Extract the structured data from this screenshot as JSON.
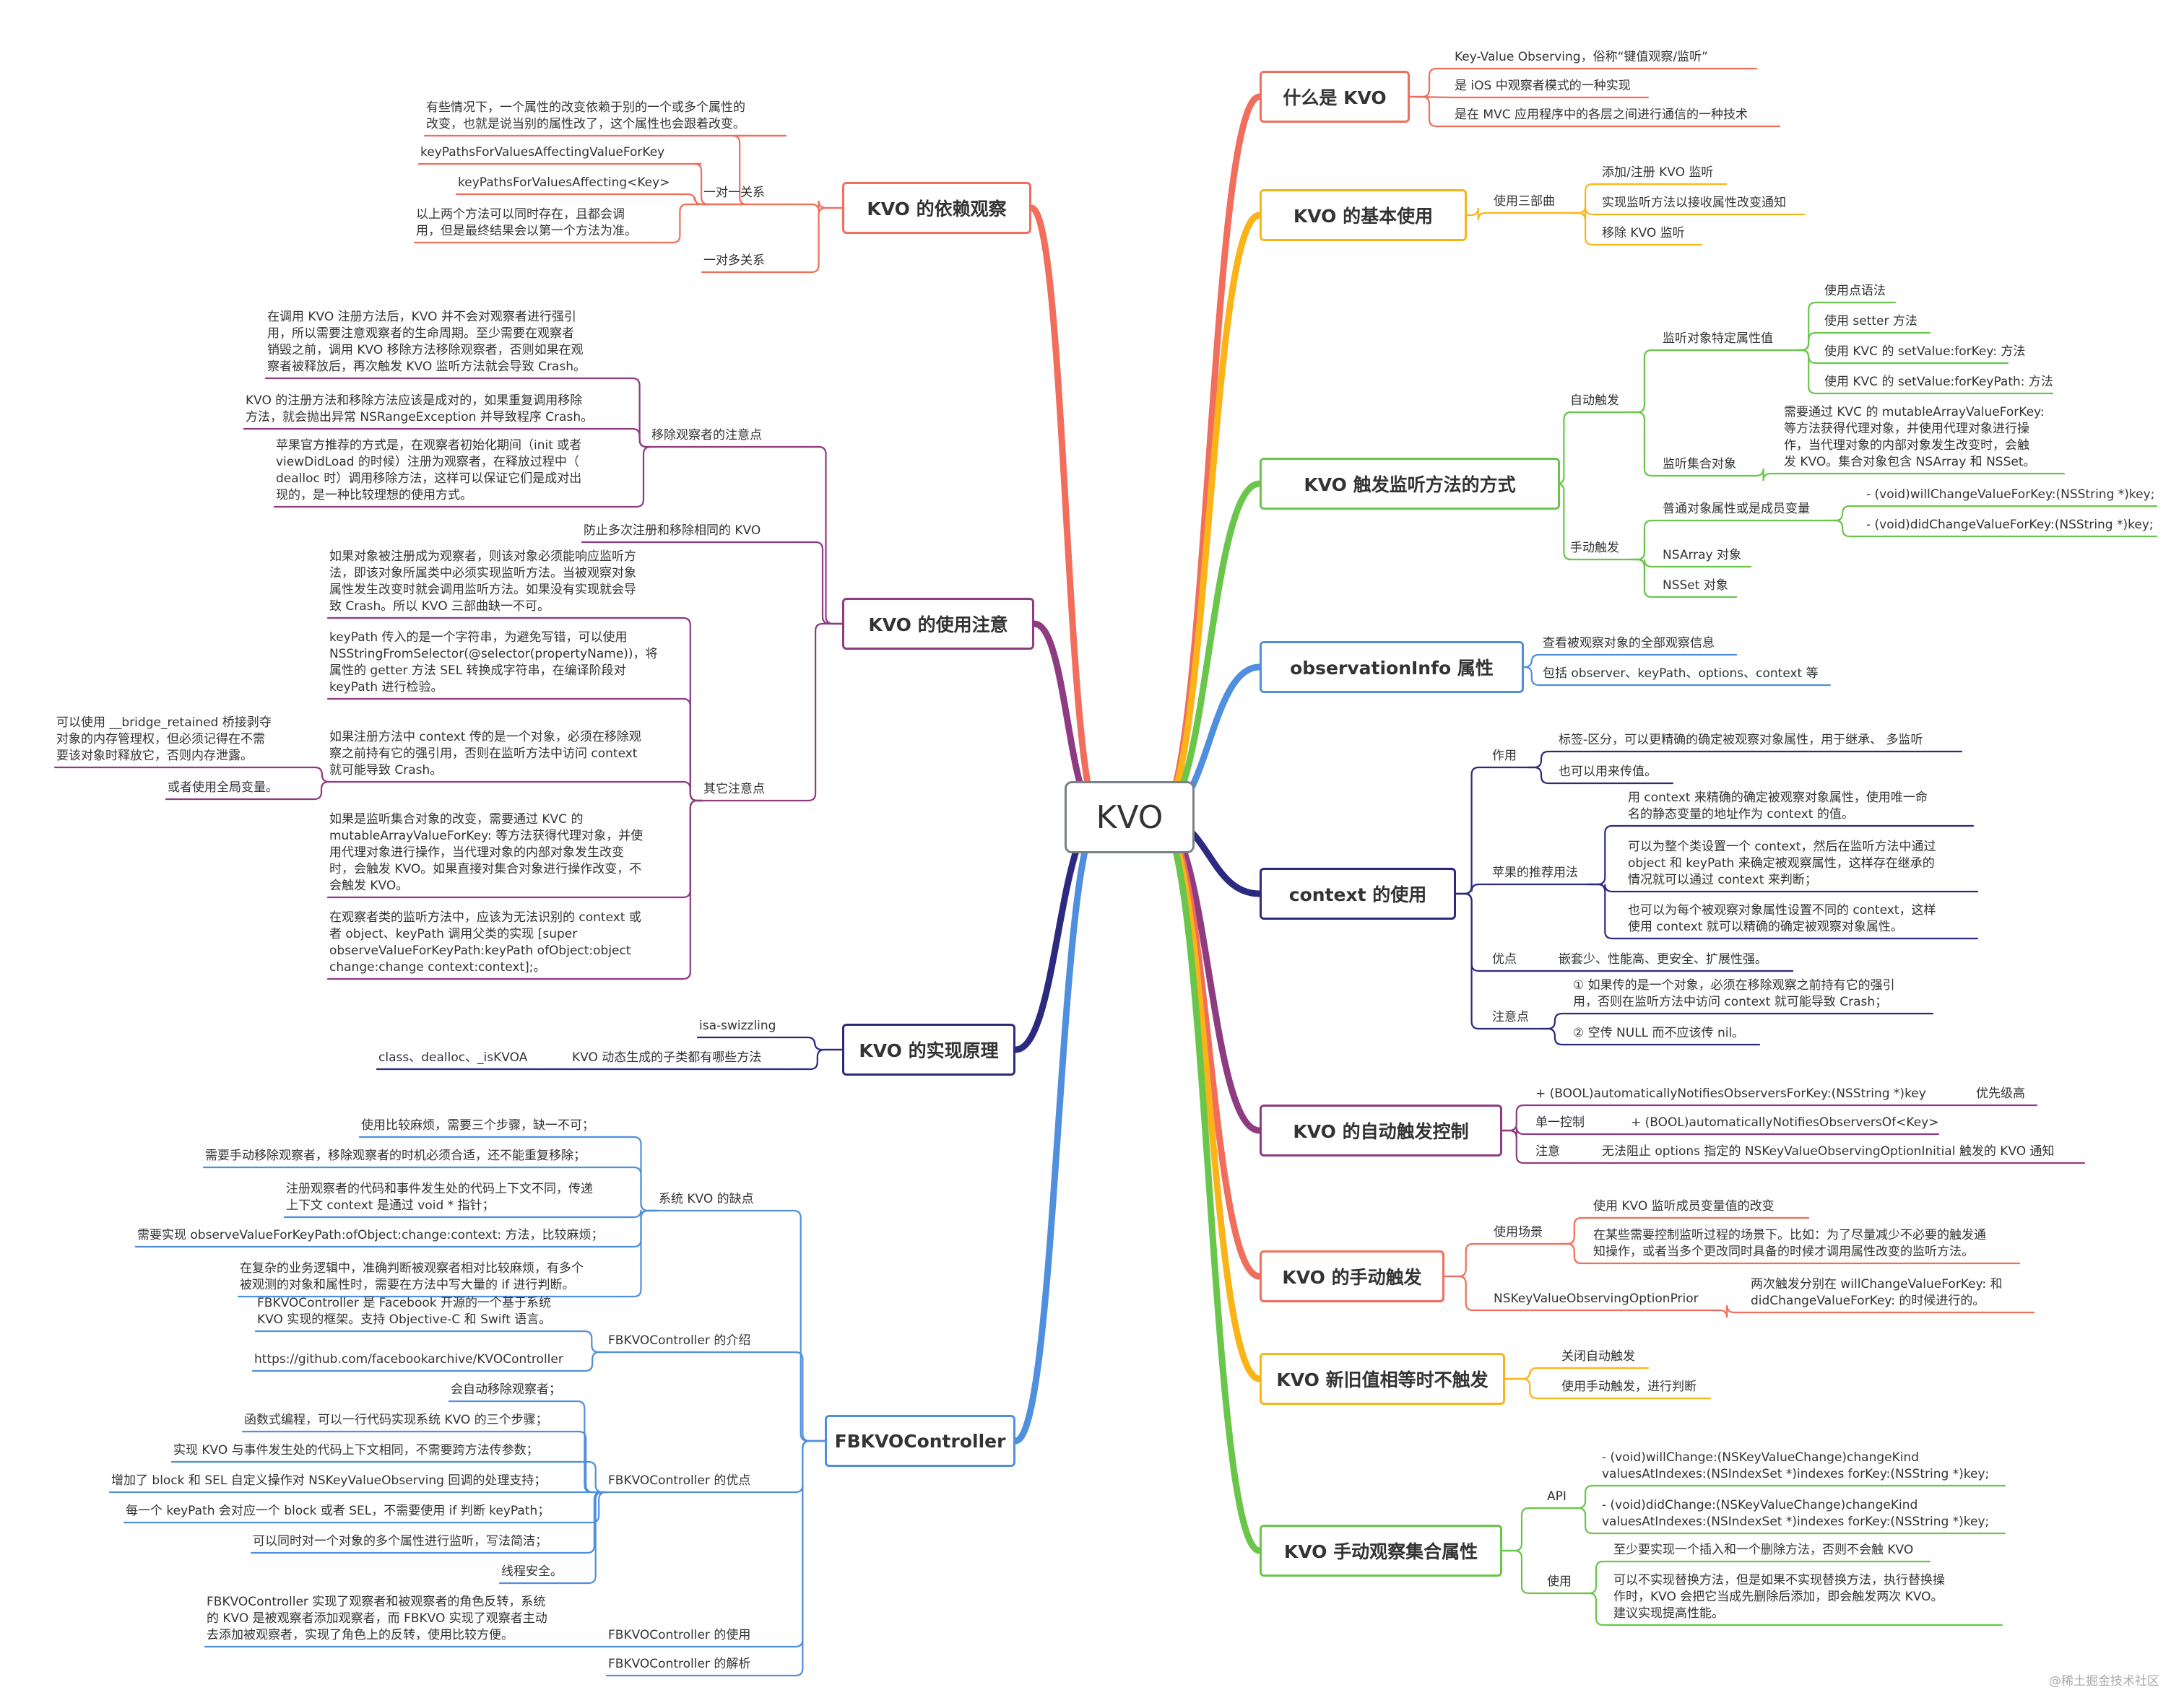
{
  "root": {
    "label": "KVO"
  },
  "watermark": "@稀土掘金技术社区",
  "colors": {
    "red": "#f16d5c",
    "orange": "#fbb418",
    "green": "#6ac64a",
    "blue": "#4f8fde",
    "indigo": "#2c2a7f",
    "purple": "#8e3b82"
  },
  "branches": [
    {
      "key": "b1",
      "side": "right",
      "label": "什么是 KVO",
      "color": "#f16d5c"
    },
    {
      "key": "b2",
      "side": "right",
      "label": "KVO 的基本使用",
      "color": "#fbb418"
    },
    {
      "key": "b3",
      "side": "right",
      "label": "KVO 触发监听方法的方式",
      "color": "#6ac64a"
    },
    {
      "key": "b4",
      "side": "right",
      "label": "observationInfo 属性",
      "color": "#4f8fde"
    },
    {
      "key": "b5",
      "side": "right",
      "label": "context 的使用",
      "color": "#2c2a7f"
    },
    {
      "key": "b6",
      "side": "right",
      "label": "KVO 的自动触发控制",
      "color": "#8e3b82"
    },
    {
      "key": "b7",
      "side": "right",
      "label": "KVO 的手动触发",
      "color": "#f16d5c"
    },
    {
      "key": "b8",
      "side": "right",
      "label": "KVO 新旧值相等时不触发",
      "color": "#fbb418"
    },
    {
      "key": "b9",
      "side": "right",
      "label": "KVO 手动观察集合属性",
      "color": "#6ac64a"
    },
    {
      "key": "b10",
      "side": "left",
      "label": "KVO 的依赖观察",
      "color": "#f16d5c"
    },
    {
      "key": "b11",
      "side": "left",
      "label": "KVO 的使用注意",
      "color": "#8e3b82"
    },
    {
      "key": "b12",
      "side": "left",
      "label": "KVO 的实现原理",
      "color": "#2c2a7f"
    },
    {
      "key": "b13",
      "side": "left",
      "label": "FBKVOController",
      "color": "#4f8fde"
    }
  ],
  "nodes": [
    {
      "key": "b1_1",
      "parent": "b1",
      "label": "Key-Value Observing，俗称“键值观察/监听”"
    },
    {
      "key": "b1_2",
      "parent": "b1",
      "label": "是 iOS 中观察者模式的一种实现"
    },
    {
      "key": "b1_3",
      "parent": "b1",
      "label": "是在 MVC 应用程序中的各层之间进行通信的一种技术"
    },
    {
      "key": "b2_1",
      "parent": "b2",
      "label": "使用三部曲"
    },
    {
      "key": "b2_1_1",
      "parent": "b2_1",
      "label": "添加/注册 KVO 监听"
    },
    {
      "key": "b2_1_2",
      "parent": "b2_1",
      "label": "实现监听方法以接收属性改变通知"
    },
    {
      "key": "b2_1_3",
      "parent": "b2_1",
      "label": "移除 KVO 监听"
    },
    {
      "key": "b3_1",
      "parent": "b3",
      "label": "自动触发"
    },
    {
      "key": "b3_1_1",
      "parent": "b3_1",
      "label": "监听对象特定属性值"
    },
    {
      "key": "b3_1_1_1",
      "parent": "b3_1_1",
      "label": "使用点语法"
    },
    {
      "key": "b3_1_1_2",
      "parent": "b3_1_1",
      "label": "使用 setter 方法"
    },
    {
      "key": "b3_1_1_3",
      "parent": "b3_1_1",
      "label": "使用 KVC 的 setValue:forKey: 方法"
    },
    {
      "key": "b3_1_1_4",
      "parent": "b3_1_1",
      "label": "使用 KVC 的 setValue:forKeyPath: 方法"
    },
    {
      "key": "b3_1_2",
      "parent": "b3_1",
      "label": "监听集合对象"
    },
    {
      "key": "b3_1_2_1",
      "parent": "b3_1_2",
      "label": "需要通过 KVC 的 mutableArrayValueForKey:\n等方法获得代理对象，并使用代理对象进行操\n作，当代理对象的内部对象发生改变时，会触\n发 KVO。集合对象包含 NSArray 和 NSSet。"
    },
    {
      "key": "b3_2",
      "parent": "b3",
      "label": "手动触发"
    },
    {
      "key": "b3_2_1",
      "parent": "b3_2",
      "label": "普通对象属性或是成员变量"
    },
    {
      "key": "b3_2_1_1",
      "parent": "b3_2_1",
      "label": "- (void)willChangeValueForKey:(NSString *)key;"
    },
    {
      "key": "b3_2_1_2",
      "parent": "b3_2_1",
      "label": "- (void)didChangeValueForKey:(NSString *)key;"
    },
    {
      "key": "b3_2_2",
      "parent": "b3_2",
      "label": "NSArray 对象"
    },
    {
      "key": "b3_2_3",
      "parent": "b3_2",
      "label": "NSSet 对象"
    },
    {
      "key": "b4_1",
      "parent": "b4",
      "label": "查看被观察对象的全部观察信息"
    },
    {
      "key": "b4_2",
      "parent": "b4",
      "label": "包括 observer、keyPath、options、context 等"
    },
    {
      "key": "b5_1",
      "parent": "b5",
      "label": "作用"
    },
    {
      "key": "b5_1_1",
      "parent": "b5_1",
      "label": "标签-区分，可以更精确的确定被观察对象属性，用于继承、 多监听"
    },
    {
      "key": "b5_1_2",
      "parent": "b5_1",
      "label": "也可以用来传值。"
    },
    {
      "key": "b5_2",
      "parent": "b5",
      "label": "苹果的推荐用法"
    },
    {
      "key": "b5_2_1",
      "parent": "b5_2",
      "label": "用 context 来精确的确定被观察对象属性，使用唯一命\n名的静态变量的地址作为 context 的值。"
    },
    {
      "key": "b5_2_2",
      "parent": "b5_2",
      "label": "可以为整个类设置一个 context，然后在监听方法中通过\nobject 和 keyPath 来确定被观察属性，这样存在继承的\n情况就可以通过 context 来判断；"
    },
    {
      "key": "b5_2_3",
      "parent": "b5_2",
      "label": "也可以为每个被观察对象属性设置不同的 context，这样\n使用 context 就可以精确的确定被观察对象属性。"
    },
    {
      "key": "b5_3",
      "parent": "b5",
      "label": "优点"
    },
    {
      "key": "b5_3_1",
      "parent": "b5_3",
      "label": "嵌套少、性能高、更安全、扩展性强。"
    },
    {
      "key": "b5_4",
      "parent": "b5",
      "label": "注意点"
    },
    {
      "key": "b5_4_1",
      "parent": "b5_4",
      "label": "① 如果传的是一个对象，必须在移除观察之前持有它的强引\n用，否则在监听方法中访问 context 就可能导致 Crash；"
    },
    {
      "key": "b5_4_2",
      "parent": "b5_4",
      "label": "② 空传 NULL 而不应该传 nil。"
    },
    {
      "key": "b6_1",
      "parent": "b6",
      "label": "+ (BOOL)automaticallyNotifiesObserversForKey:(NSString *)key"
    },
    {
      "key": "b6_1_1",
      "parent": "b6_1",
      "label": "优先级高"
    },
    {
      "key": "b6_2",
      "parent": "b6",
      "label": "单一控制"
    },
    {
      "key": "b6_2_1",
      "parent": "b6_2",
      "label": "+ (BOOL)automaticallyNotifiesObserversOf<Key>"
    },
    {
      "key": "b6_3",
      "parent": "b6",
      "label": "注意"
    },
    {
      "key": "b6_3_1",
      "parent": "b6_3",
      "label": "无法阻止 options 指定的 NSKeyValueObservingOptionInitial 触发的 KVO 通知"
    },
    {
      "key": "b7_1",
      "parent": "b7",
      "label": "使用场景"
    },
    {
      "key": "b7_1_1",
      "parent": "b7_1",
      "label": "使用 KVO 监听成员变量值的改变"
    },
    {
      "key": "b7_1_2",
      "parent": "b7_1",
      "label": "在某些需要控制监听过程的场景下。比如：为了尽量减少不必要的触发通\n知操作，或者当多个更改同时具备的时候才调用属性改变的监听方法。"
    },
    {
      "key": "b7_2",
      "parent": "b7",
      "label": "NSKeyValueObservingOptionPrior"
    },
    {
      "key": "b7_2_1",
      "parent": "b7_2",
      "label": "两次触发分别在 willChangeValueForKey: 和\ndidChangeValueForKey: 的时候进行的。"
    },
    {
      "key": "b8_1",
      "parent": "b8",
      "label": "关闭自动触发"
    },
    {
      "key": "b8_2",
      "parent": "b8",
      "label": "使用手动触发，进行判断"
    },
    {
      "key": "b9_1",
      "parent": "b9",
      "label": "API"
    },
    {
      "key": "b9_1_1",
      "parent": "b9_1",
      "label": "- (void)willChange:(NSKeyValueChange)changeKind\nvaluesAtIndexes:(NSIndexSet *)indexes forKey:(NSString *)key;"
    },
    {
      "key": "b9_1_2",
      "parent": "b9_1",
      "label": "- (void)didChange:(NSKeyValueChange)changeKind\nvaluesAtIndexes:(NSIndexSet *)indexes forKey:(NSString *)key;"
    },
    {
      "key": "b9_2",
      "parent": "b9",
      "label": "使用"
    },
    {
      "key": "b9_2_1",
      "parent": "b9_2",
      "label": "至少要实现一个插入和一个删除方法，否则不会触 KVO"
    },
    {
      "key": "b9_2_2",
      "parent": "b9_2",
      "label": "可以不实现替换方法，但是如果不实现替换方法，执行替换操\n作时，KVO 会把它当成先删除后添加，即会触发两次 KVO。\n建议实现提高性能。"
    },
    {
      "key": "b10_1",
      "parent": "b10",
      "label": "一对一关系"
    },
    {
      "key": "b10_1_1",
      "parent": "b10_1",
      "label": "有些情况下，一个属性的改变依赖于别的一个或多个属性的\n改变，也就是说当别的属性改了，这个属性也会跟着改变。"
    },
    {
      "key": "b10_1_2",
      "parent": "b10_1",
      "label": "keyPathsForValuesAffectingValueForKey"
    },
    {
      "key": "b10_1_3",
      "parent": "b10_1",
      "label": "keyPathsForValuesAffecting<Key>"
    },
    {
      "key": "b10_1_4",
      "parent": "b10_1",
      "label": "以上两个方法可以同时存在，且都会调\n用，但是最终结果会以第一个方法为准。"
    },
    {
      "key": "b10_2",
      "parent": "b10",
      "label": "一对多关系"
    },
    {
      "key": "b11_1",
      "parent": "b11",
      "label": "移除观察者的注意点"
    },
    {
      "key": "b11_1_1",
      "parent": "b11_1",
      "label": "在调用 KVO 注册方法后，KVO 并不会对观察者进行强引\n用，所以需要注意观察者的生命周期。至少需要在观察者\n销毁之前，调用 KVO 移除方法移除观察者，否则如果在观\n察者被释放后，再次触发 KVO 监听方法就会导致 Crash。"
    },
    {
      "key": "b11_1_2",
      "parent": "b11_1",
      "label": "KVO 的注册方法和移除方法应该是成对的，如果重复调用移除\n方法，就会抛出异常 NSRangeException 并导致程序 Crash。"
    },
    {
      "key": "b11_1_3",
      "parent": "b11_1",
      "label": "苹果官方推荐的方式是，在观察者初始化期间（init 或者\nviewDidLoad 的时候）注册为观察者，在释放过程中（\ndealloc 时）调用移除方法，这样可以保证它们是成对出\n现的，是一种比较理想的使用方式。"
    },
    {
      "key": "b11_2",
      "parent": "b11",
      "label": "防止多次注册和移除相同的 KVO"
    },
    {
      "key": "b11_3",
      "parent": "b11",
      "label": "其它注意点"
    },
    {
      "key": "b11_3_1",
      "parent": "b11_3",
      "label": "如果对象被注册成为观察者，则该对象必须能响应监听方\n法，即该对象所属类中必须实现监听方法。当被观察对象\n属性发生改变时就会调用监听方法。如果没有实现就会导\n致 Crash。所以 KVO 三部曲缺一不可。"
    },
    {
      "key": "b11_3_2",
      "parent": "b11_3",
      "label": "keyPath 传入的是一个字符串，为避免写错，可以使用\nNSStringFromSelector(@selector(propertyName))，将\n属性的 getter 方法 SEL 转换成字符串，在编译阶段对\nkeyPath 进行检验。"
    },
    {
      "key": "b11_3_3",
      "parent": "b11_3",
      "label": "如果注册方法中 context 传的是一个对象，必须在移除观\n察之前持有它的强引用，否则在监听方法中访问 context\n就可能导致 Crash。"
    },
    {
      "key": "b11_3_3_1",
      "parent": "b11_3_3",
      "label": "可以使用 __bridge_retained 桥接剥夺\n对象的内存管理权，但必须记得在不需\n要该对象时释放它，否则内存泄露。"
    },
    {
      "key": "b11_3_3_2",
      "parent": "b11_3_3",
      "label": "或者使用全局变量。"
    },
    {
      "key": "b11_3_4",
      "parent": "b11_3",
      "label": "如果是监听集合对象的改变，需要通过 KVC 的\nmutableArrayValueForKey: 等方法获得代理对象，并使\n用代理对象进行操作，当代理对象的内部对象发生改变\n时，会触发 KVO。如果直接对集合对象进行操作改变，不\n会触发 KVO。"
    },
    {
      "key": "b11_3_5",
      "parent": "b11_3",
      "label": "在观察者类的监听方法中，应该为无法识别的 context 或\n者 object、keyPath 调用父类的实现 [super\nobserveValueForKeyPath:keyPath ofObject:object\nchange:change context:context];。"
    },
    {
      "key": "b12_1",
      "parent": "b12",
      "label": "isa-swizzling"
    },
    {
      "key": "b12_2",
      "parent": "b12",
      "label": "KVO 动态生成的子类都有哪些方法"
    },
    {
      "key": "b12_2_1",
      "parent": "b12_2",
      "label": "class、dealloc、_isKVOA"
    },
    {
      "key": "b13_1",
      "parent": "b13",
      "label": "系统 KVO 的缺点"
    },
    {
      "key": "b13_1_1",
      "parent": "b13_1",
      "label": "使用比较麻烦，需要三个步骤，缺一不可；"
    },
    {
      "key": "b13_1_2",
      "parent": "b13_1",
      "label": "需要手动移除观察者，移除观察者的时机必须合适，还不能重复移除；"
    },
    {
      "key": "b13_1_3",
      "parent": "b13_1",
      "label": "注册观察者的代码和事件发生处的代码上下文不同，传递\n上下文 context 是通过 void * 指针；"
    },
    {
      "key": "b13_1_4",
      "parent": "b13_1",
      "label": "需要实现 observeValueForKeyPath:ofObject:change:context: 方法，比较麻烦；"
    },
    {
      "key": "b13_1_5",
      "parent": "b13_1",
      "label": "在复杂的业务逻辑中，准确判断被观察者相对比较麻烦，有多个\n被观测的对象和属性时，需要在方法中写大量的 if 进行判断。"
    },
    {
      "key": "b13_2",
      "parent": "b13",
      "label": "FBKVOController 的介绍"
    },
    {
      "key": "b13_2_1",
      "parent": "b13_2",
      "label": "FBKVOController 是 Facebook 开源的一个基于系统\nKVO 实现的框架。支持 Objective-C 和 Swift 语言。"
    },
    {
      "key": "b13_2_2",
      "parent": "b13_2",
      "label": "https://github.com/facebookarchive/KVOController"
    },
    {
      "key": "b13_3",
      "parent": "b13",
      "label": "FBKVOController 的优点"
    },
    {
      "key": "b13_3_1",
      "parent": "b13_3",
      "label": "会自动移除观察者；"
    },
    {
      "key": "b13_3_2",
      "parent": "b13_3",
      "label": "函数式编程，可以一行代码实现系统 KVO 的三个步骤；"
    },
    {
      "key": "b13_3_3",
      "parent": "b13_3",
      "label": "实现 KVO 与事件发生处的代码上下文相同，不需要跨方法传参数；"
    },
    {
      "key": "b13_3_4",
      "parent": "b13_3",
      "label": "增加了 block 和 SEL 自定义操作对 NSKeyValueObserving 回调的处理支持；"
    },
    {
      "key": "b13_3_5",
      "parent": "b13_3",
      "label": "每一个 keyPath 会对应一个 block 或者 SEL，不需要使用 if 判断 keyPath；"
    },
    {
      "key": "b13_3_6",
      "parent": "b13_3",
      "label": "可以同时对一个对象的多个属性进行监听，写法简洁；"
    },
    {
      "key": "b13_3_7",
      "parent": "b13_3",
      "label": "线程安全。"
    },
    {
      "key": "b13_4",
      "parent": "b13",
      "label": "FBKVOController 的使用"
    },
    {
      "key": "b13_4_1",
      "parent": "b13_4",
      "label": "FBKVOController 实现了观察者和被观察者的角色反转，系统\n的 KVO 是被观察者添加观察者，而 FBKVO 实现了观察者主动\n去添加被观察者，实现了角色上的反转，使用比较方便。"
    },
    {
      "key": "b13_5",
      "parent": "b13",
      "label": "FBKVOController 的解析"
    }
  ]
}
